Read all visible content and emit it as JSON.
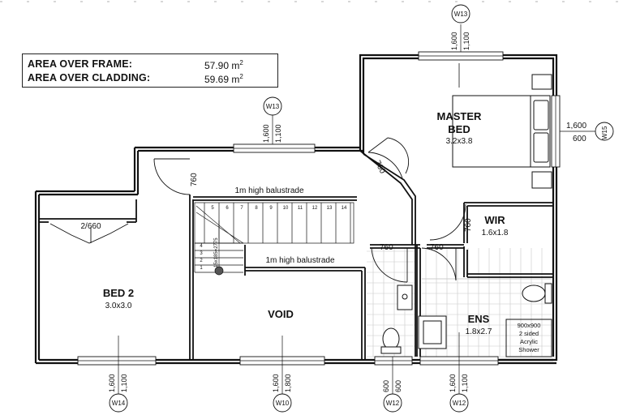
{
  "summary": {
    "frame_label": "AREA OVER FRAME:",
    "frame_value": "57.90 m",
    "cladding_label": "AREA OVER CLADDING:",
    "cladding_value": "59.69 m",
    "unit_sup": "2"
  },
  "rooms": {
    "master": {
      "name1": "MASTER",
      "name2": "BED",
      "size": "3.2x3.8"
    },
    "wir": {
      "name": "WIR",
      "size": "1.6x1.8"
    },
    "bed2": {
      "name": "BED 2",
      "size": "3.0x3.0"
    },
    "void": {
      "name": "VOID"
    },
    "ens": {
      "name": "ENS",
      "size": "1.8x2.7"
    }
  },
  "notes": {
    "balustrade_top": "1m high balustrade",
    "balustrade_mid": "1m high balustrade",
    "shower_1": "900x900",
    "shower_2": "2 sided",
    "shower_3": "Acrylic",
    "shower_4": "Shower",
    "stair_note": "15x185=2775",
    "wardrobe_door": "2/660"
  },
  "doors": {
    "d1": "760",
    "d2": "760",
    "d3": "760",
    "d4": "760",
    "d5": "760"
  },
  "stairs": {
    "upper": [
      "5",
      "6",
      "7",
      "8",
      "9",
      "10",
      "11",
      "12",
      "13",
      "14"
    ],
    "lower": [
      "1",
      "2",
      "3",
      "4"
    ]
  },
  "windows": {
    "w13_top": {
      "tag": "W13",
      "h": "1,600",
      "w": "1,100"
    },
    "w13_mid": {
      "tag": "W13",
      "h": "1,600",
      "w": "1,100"
    },
    "w15": {
      "tag": "W15",
      "h": "1,600",
      "w": "600"
    },
    "w14": {
      "tag": "W14",
      "h": "1,600",
      "w": "1,100"
    },
    "w10": {
      "tag": "W10",
      "h": "1,600",
      "w": "1,800"
    },
    "w12a": {
      "tag": "W12",
      "h": "600",
      "w": "600"
    },
    "w12b": {
      "tag": "W12",
      "h": "1,600",
      "w": "1,100"
    }
  }
}
